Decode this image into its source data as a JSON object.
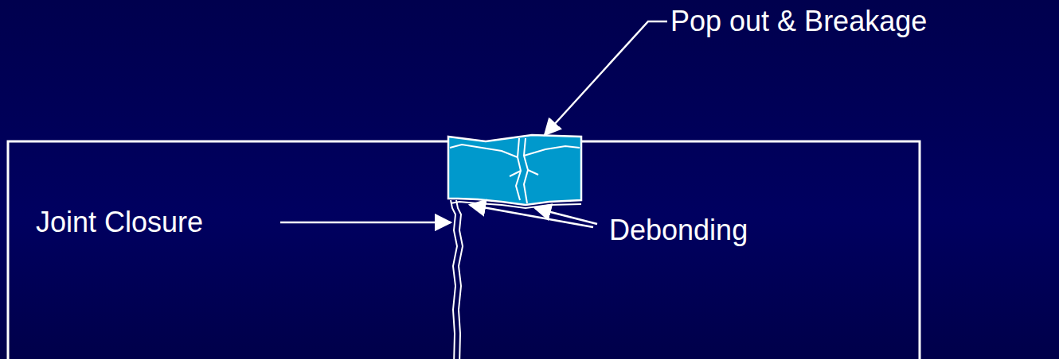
{
  "diagram": {
    "labels": [
      "Pop out & Breakage",
      "Joint Closure",
      "Debonding"
    ]
  }
}
